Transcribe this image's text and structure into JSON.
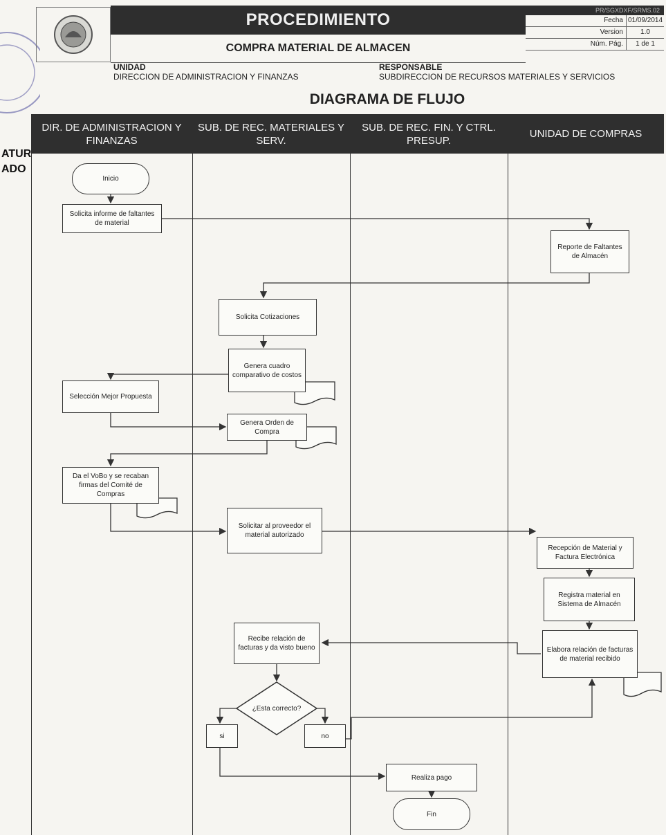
{
  "header": {
    "title": "PROCEDIMIENTO",
    "procedure_name": "COMPRA MATERIAL DE ALMACEN",
    "doc_code": "PR/SGXDXF/SRMS.02",
    "fecha_label": "Fecha",
    "fecha_value": "01/09/2014",
    "version_label": "Version",
    "version_value": "1.0",
    "pag_label": "Núm. Pág.",
    "pag_value": "1 de 1",
    "unidad_label": "UNIDAD",
    "unidad_value": "DIRECCION DE ADMINISTRACION Y FINANZAS",
    "responsable_label": "RESPONSABLE",
    "responsable_value": "SUBDIRECCION DE RECURSOS MATERIALES Y SERVICIOS"
  },
  "diagram_title": "DIAGRAMA DE FLUJO",
  "stamp_text": [
    "ATUR",
    "ADO"
  ],
  "lanes": [
    {
      "title": "DIR. DE ADMINISTRACION Y FINANZAS"
    },
    {
      "title": "SUB. DE REC. MATERIALES Y SERV."
    },
    {
      "title": "SUB. DE REC. FIN. Y CTRL. PRESUP."
    },
    {
      "title": "UNIDAD DE COMPRAS"
    }
  ],
  "nodes": {
    "inicio": "Inicio",
    "solicita_informe": "Solicita informe de faltantes de material",
    "reporte_faltantes": "Reporte de Faltantes de Almacén",
    "solicita_cotizaciones": "Solicita Cotizaciones",
    "genera_cuadro": "Genera cuadro comparativo de costos",
    "seleccion_propuesta": "Selección Mejor Propuesta",
    "genera_orden": "Genera Orden de Compra",
    "vobo": "Da el VoBo y se recaban firmas del Comité de Compras",
    "solicitar_proveedor": "Solicitar al proveedor el material autorizado",
    "recepcion": "Recepción de Material y Factura Electrónica",
    "registra": "Registra material en Sistema de Almacén",
    "elabora_relacion": "Elabora relación de facturas de material recibido",
    "recibe_relacion": "Recibe relación de facturas y da visto bueno",
    "decision": "¿Esta correcto?",
    "si": "si",
    "no": "no",
    "realiza_pago": "Realiza pago",
    "fin": "Fin"
  }
}
